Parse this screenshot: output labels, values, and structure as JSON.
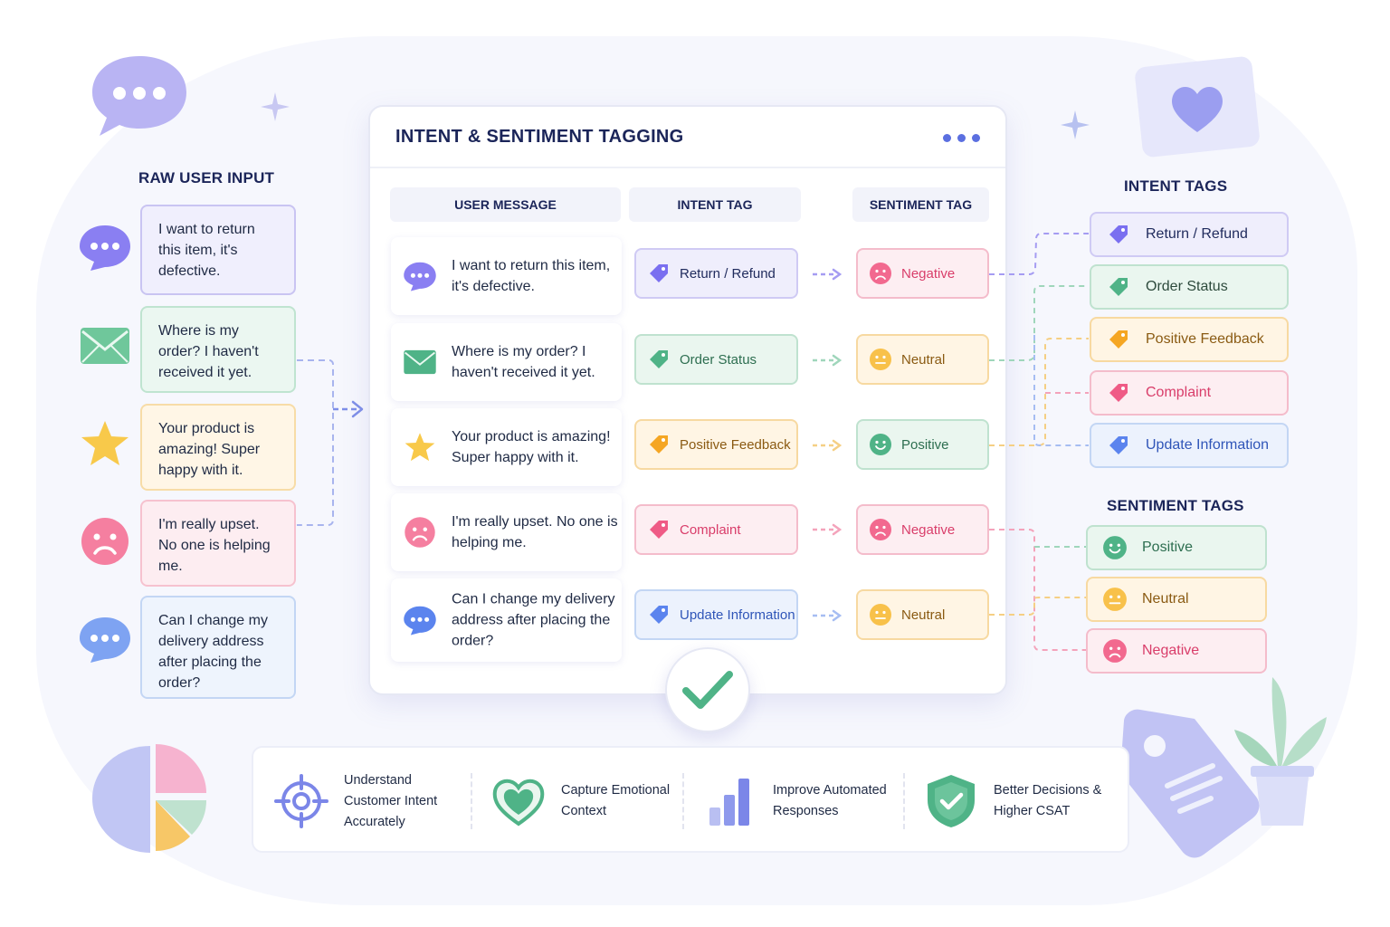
{
  "raw_input": {
    "title": "RAW USER INPUT",
    "items": [
      {
        "text": "I want to return this item, it's defective.",
        "icon": "chat-bubble-icon",
        "bg": "#f0effd",
        "border": "#c9c4f2"
      },
      {
        "text": "Where is my order? I haven't received it yet.",
        "icon": "envelope-icon",
        "bg": "#ebf7f1",
        "border": "#bfe4d0"
      },
      {
        "text": "Your product is amazing! Super happy with it.",
        "icon": "star-icon",
        "bg": "#fff6e6",
        "border": "#f7dca7"
      },
      {
        "text": "I'm really upset. No one is helping me.",
        "icon": "sad-face-icon",
        "bg": "#fdedf1",
        "border": "#f6c2cf"
      },
      {
        "text": "Can I change my delivery address after placing the order?",
        "icon": "chat-bubble-icon",
        "bg": "#eef4fd",
        "border": "#c3d6f4"
      }
    ]
  },
  "panel": {
    "title": "INTENT & SENTIMENT TAGGING",
    "columns": [
      "USER MESSAGE",
      "INTENT TAG",
      "SENTIMENT TAG"
    ],
    "rows": [
      {
        "message": "I want to return this item, it's defective.",
        "intent": "Return / Refund",
        "sentiment": "Negative"
      },
      {
        "message": "Where is my order? I haven't received it yet.",
        "intent": "Order Status",
        "sentiment": "Neutral"
      },
      {
        "message": "Your product is amazing! Super happy with it.",
        "intent": "Positive Feedback",
        "sentiment": "Positive"
      },
      {
        "message": "I'm really upset. No one is helping me.",
        "intent": "Complaint",
        "sentiment": "Negative"
      },
      {
        "message": "Can I change my delivery address after placing the order?",
        "intent": "Update Information",
        "sentiment": "Neutral"
      }
    ]
  },
  "intent_tags": {
    "title": "INTENT TAGS",
    "items": [
      "Return / Refund",
      "Order Status",
      "Positive Feedback",
      "Complaint",
      "Update Information"
    ]
  },
  "sentiment_tags": {
    "title": "SENTIMENT TAGS",
    "items": [
      "Positive",
      "Neutral",
      "Negative"
    ]
  },
  "benefits": [
    {
      "text": "Understand Customer Intent Accurately",
      "icon": "target-icon"
    },
    {
      "text": "Capture Emotional Context",
      "icon": "heart-icon"
    },
    {
      "text": "Improve Automated Responses",
      "icon": "bar-chart-icon"
    },
    {
      "text": "Better Decisions & Higher CSAT",
      "icon": "shield-check-icon"
    }
  ],
  "colors": {
    "purple": "#7a6ff0",
    "green": "#4fb387",
    "orange": "#f5a623",
    "pink": "#ef5b86",
    "blue": "#5b84ee"
  }
}
